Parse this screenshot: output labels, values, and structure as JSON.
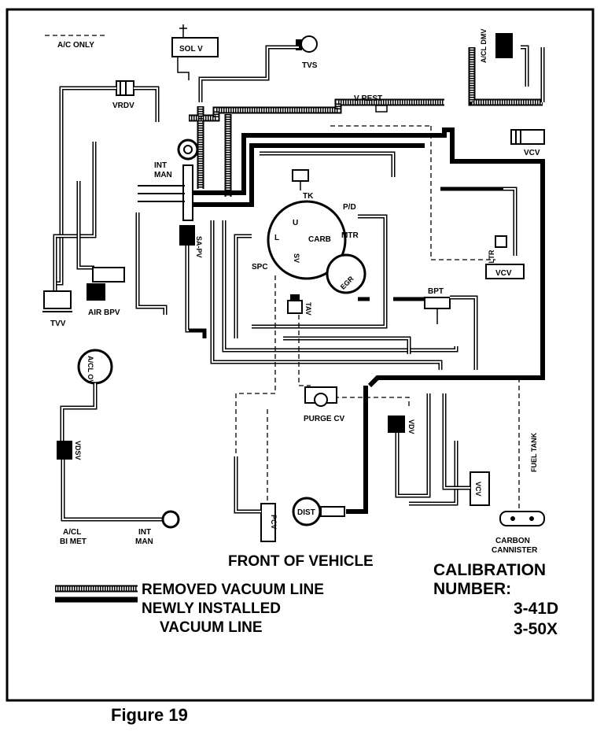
{
  "figure": {
    "caption": "Figure 19",
    "front_label": "FRONT OF VEHICLE",
    "legend": {
      "removed": "REMOVED VACUUM LINE",
      "newly_1": "NEWLY INSTALLED",
      "newly_2": "VACUUM LINE"
    },
    "calibration": {
      "title_1": "CALIBRATION",
      "title_2": "NUMBER:",
      "numbers": [
        "3-41D",
        "3-50X"
      ]
    }
  },
  "components": {
    "ac_only": "A/C ONLY",
    "sol_v": "SOL V",
    "tvs": "TVS",
    "vrdv": "VRDV",
    "int_man_1": "INT",
    "int_man_2": "MAN",
    "sa_pv": "SA-PV",
    "tvv": "TVV",
    "air_bpv": "AIR BPV",
    "tk": "TK",
    "carb": "CARB",
    "u": "U",
    "l": "L",
    "pd": "P/D",
    "mtr": "MTR",
    "spc": "SPC",
    "sv": "SV",
    "egr": "EGR",
    "tav": "TAV",
    "bpt": "BPT",
    "v_rest": "V REST",
    "vcv_top": "VCV",
    "vcv_mid": "VCV",
    "fltr": "FLTR",
    "acl_ov": "A/CL OV",
    "acl_dmv": "A/CL DMV",
    "vdv": "VDV",
    "vdsv": "VDSV",
    "purge_cv": "PURGE CV",
    "dist": "DIST",
    "pcv": "PCV",
    "vcv_low": "VCV",
    "fuel_tank": "FUEL TANK",
    "carbon_1": "CARBON",
    "carbon_2": "CANNISTER",
    "acl_bimet_1": "A/CL",
    "acl_bimet_2": "BI MET",
    "int_man_low_1": "INT",
    "int_man_low_2": "MAN"
  }
}
